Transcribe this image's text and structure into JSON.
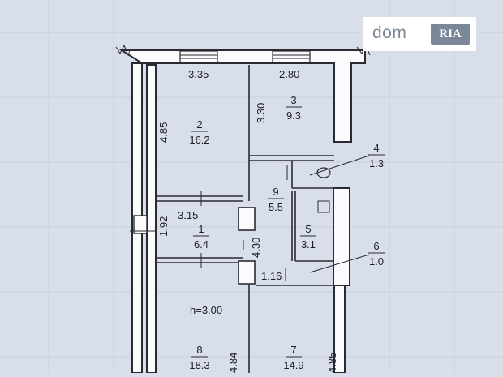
{
  "watermark": {
    "brand": "dom",
    "badge": "RIA"
  },
  "plan": {
    "ceiling_height": "h=3.00",
    "dimensions": {
      "d335": "3.35",
      "d280": "2.80",
      "d485_left": "4.85",
      "d330": "3.30",
      "d315": "3.15",
      "d192": "1.92",
      "d430": "4.30",
      "d116": "1.16",
      "d484": "4.84",
      "d485_bottom": "4.85"
    },
    "rooms": [
      {
        "number": "1",
        "area": "6.4"
      },
      {
        "number": "2",
        "area": "16.2"
      },
      {
        "number": "3",
        "area": "9.3"
      },
      {
        "number": "4",
        "area": "1.3"
      },
      {
        "number": "5",
        "area": "3.1"
      },
      {
        "number": "6",
        "area": "1.0"
      },
      {
        "number": "7",
        "area": "14.9"
      },
      {
        "number": "8",
        "area": "18.3"
      },
      {
        "number": "9",
        "area": "5.5"
      }
    ]
  }
}
